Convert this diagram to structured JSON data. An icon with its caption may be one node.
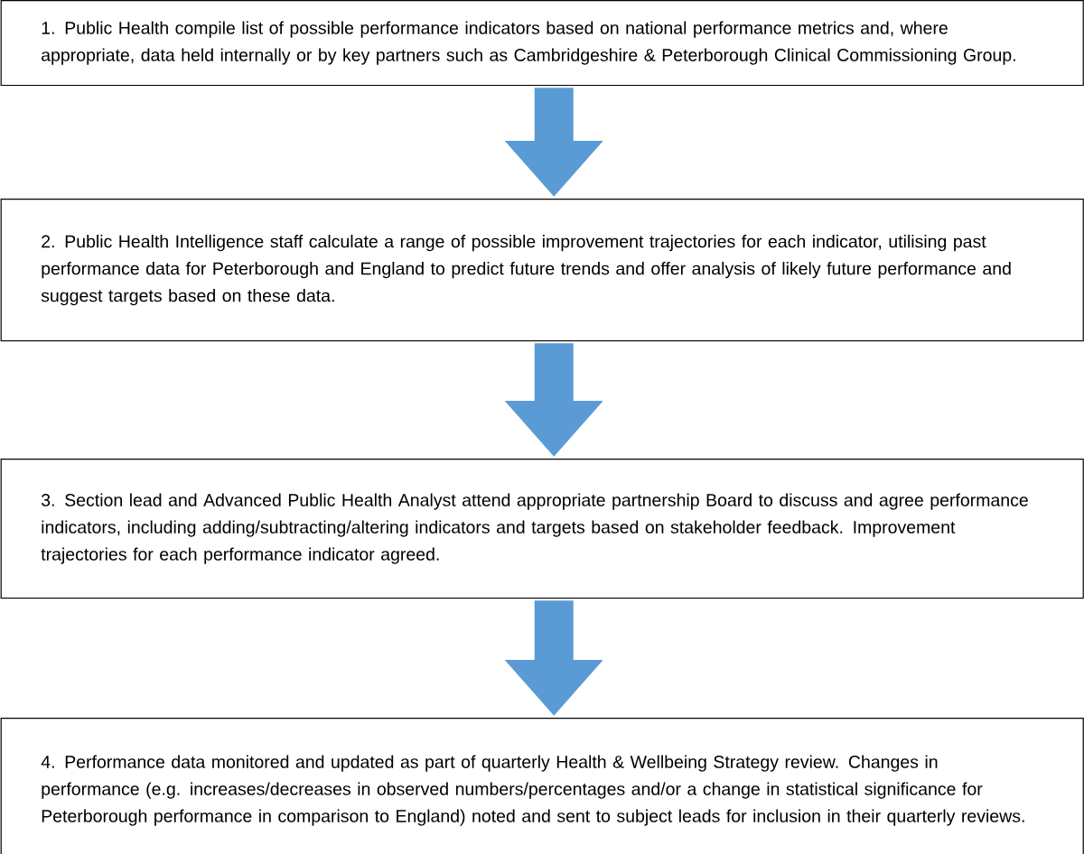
{
  "diagram": {
    "nodes": [
      {
        "text": [
          "1. Public Health compile list of possible performance indicators based on national performance metrics and, where appropriate, data held internally or by key partners such as Cambridgeshire & Peterborough Clinical Commissioning Group."
        ]
      },
      {
        "text": [
          "2. Public Health Intelligence staff calculate a range of possible improvement trajectories for each indicator, utilising past performance data for Peterborough and England to predict future trends and offer analysis of likely future performance and suggest targets based on these data."
        ]
      },
      {
        "text": [
          "3. Section lead and Advanced Public Health Analyst attend appropriate partnership Board to discuss and agree performance indicators, including adding/subtracting/altering indicators and targets based on stakeholder feedback. Improvement trajectories for each performance indicator agreed."
        ]
      },
      {
        "text": [
          "4. Performance data monitored and updated as part of quarterly Health & Wellbeing Strategy review. Changes in performance (e.g. increases/decreases in observed numbers/percentages and/or a change in statistical significance for Peterborough performance in comparison to England) noted and sent to subject leads for inclusion in their quarterly reviews."
        ]
      }
    ],
    "edges": [
      {
        "from": 0,
        "to": 1,
        "arrow": "to"
      },
      {
        "from": 1,
        "to": 2,
        "arrow": "to"
      },
      {
        "from": 2,
        "to": 3,
        "arrow": "to"
      }
    ]
  }
}
